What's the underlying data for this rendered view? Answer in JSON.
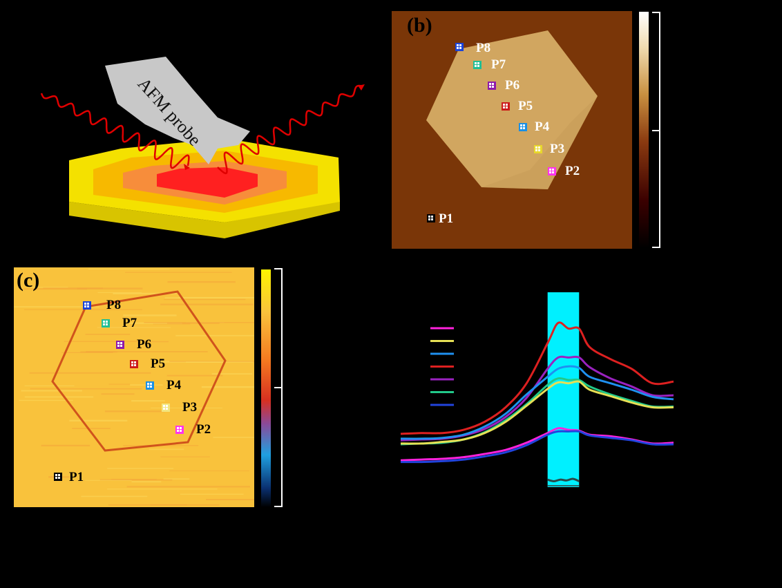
{
  "panel_a": {
    "probe_label": "AFM probe",
    "colors": {
      "wave": "#e00000",
      "probe": "#c8c8c8",
      "base": "#f4e100",
      "ring1": "#f7b900",
      "ring2": "#f78d3b",
      "core": "#ff2020"
    }
  },
  "panel_b": {
    "label": "(b)",
    "colors": {
      "background": "#7a3608",
      "flake": "#d1a660"
    },
    "markers": [
      {
        "label": "P1",
        "color": "#000000"
      },
      {
        "label": "P2",
        "color": "#ff33ee"
      },
      {
        "label": "P3",
        "color": "#e8d82c"
      },
      {
        "label": "P4",
        "color": "#1a90e6"
      },
      {
        "label": "P5",
        "color": "#cc1a1a"
      },
      {
        "label": "P6",
        "color": "#8e1aaa"
      },
      {
        "label": "P7",
        "color": "#1fbf96"
      },
      {
        "label": "P8",
        "color": "#1a44d9"
      }
    ]
  },
  "panel_c": {
    "label": "(c)",
    "colors": {
      "background": "#f9c23c",
      "edge": "#d0531c"
    },
    "markers": [
      {
        "label": "P1",
        "color": "#000000"
      },
      {
        "label": "P2",
        "color": "#ff33ee"
      },
      {
        "label": "P3",
        "color": "#f2e680"
      },
      {
        "label": "P4",
        "color": "#1a90e6"
      },
      {
        "label": "P5",
        "color": "#cc1a1a"
      },
      {
        "label": "P6",
        "color": "#8e1aaa"
      },
      {
        "label": "P7",
        "color": "#1fbf96"
      },
      {
        "label": "P8",
        "color": "#1a44d9"
      }
    ]
  },
  "chart_data": {
    "type": "line",
    "title": "",
    "xlabel": "",
    "ylabel": "",
    "x": [
      0,
      10,
      20,
      30,
      40,
      50,
      60,
      70,
      75,
      80,
      85,
      90,
      100,
      110,
      120,
      130
    ],
    "highlight_band": {
      "x_start": 70,
      "x_end": 85,
      "color": "#00f0ff"
    },
    "legend_colors": [
      "#ff22dd",
      "#e6e055",
      "#1f90f0",
      "#dd2020",
      "#9a22c0",
      "#22c98a",
      "#2244dd"
    ],
    "series": [
      {
        "color": "#dd2020",
        "values": [
          37,
          38,
          38,
          42,
          52,
          70,
          100,
          150,
          175,
          168,
          168,
          145,
          130,
          118,
          100,
          102
        ]
      },
      {
        "color": "#9a22c0",
        "values": [
          29,
          30,
          31,
          35,
          43,
          58,
          82,
          118,
          132,
          132,
          132,
          120,
          106,
          96,
          85,
          85
        ]
      },
      {
        "color": "#1f90f0",
        "values": [
          31,
          31,
          32,
          36,
          46,
          62,
          86,
          108,
          118,
          121,
          119,
          108,
          100,
          92,
          83,
          80
        ]
      },
      {
        "color": "#22c98a",
        "values": [
          24,
          25,
          26,
          30,
          39,
          54,
          74,
          98,
          106,
          104,
          104,
          96,
          86,
          78,
          71,
          71
        ]
      },
      {
        "color": "#e6e055",
        "values": [
          25,
          25,
          27,
          30,
          38,
          52,
          72,
          93,
          101,
          100,
          102,
          92,
          84,
          76,
          70,
          70
        ]
      },
      {
        "color": "#ff22dd",
        "values": [
          4,
          5,
          6,
          8,
          12,
          17,
          26,
          38,
          44,
          42,
          41,
          36,
          34,
          30,
          25,
          26
        ]
      },
      {
        "color": "#2244dd",
        "values": [
          2,
          2,
          3,
          5,
          9,
          14,
          23,
          36,
          40,
          40,
          40,
          35,
          32,
          29,
          24,
          24
        ]
      },
      {
        "color": "#2a4a4a",
        "x_range": [
          70,
          85
        ],
        "values_short": [
          -20,
          -22,
          -20,
          -21,
          -19,
          -22
        ]
      }
    ]
  }
}
